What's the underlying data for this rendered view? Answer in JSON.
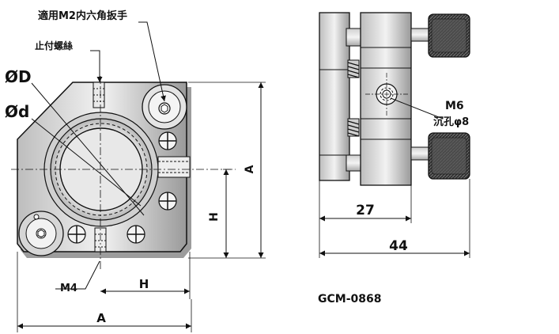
{
  "labels": {
    "wrench": "適用M2内六角扳手",
    "set_screw": "止付螺絲",
    "outer_diameter": "ØD",
    "inner_diameter": "Ød",
    "thread_m4": "M4",
    "dim_h_vertical": "H",
    "dim_h_horizontal": "H",
    "dim_a_vertical": "A",
    "dim_a_horizontal": "A",
    "dim_27": "27",
    "dim_44": "44",
    "m6": "M6",
    "counterbore": "沉孔φ8",
    "part_number": "GCM-0868"
  },
  "colors": {
    "line": "#111111",
    "body_fill": "#d9d9d9",
    "body_dark": "#8a8a8a",
    "knob_fill": "#2b2b2b"
  }
}
